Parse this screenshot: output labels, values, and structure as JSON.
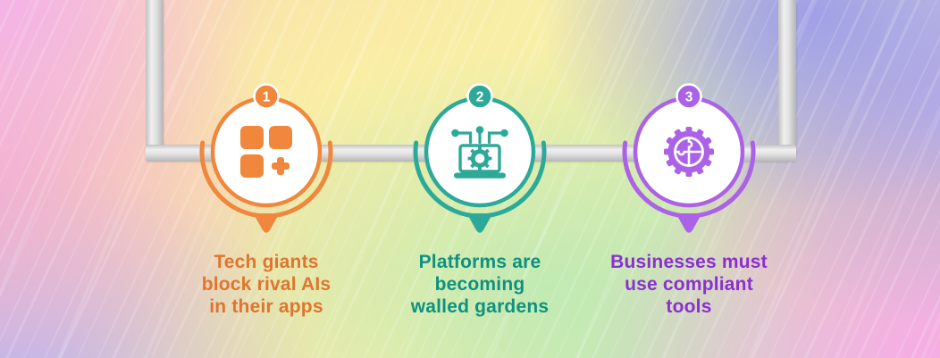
{
  "steps": [
    {
      "number": "1",
      "label_lines": [
        "Tech giants",
        "block rival AIs",
        "in their apps"
      ],
      "accent_color": "#f0873c",
      "text_color": "#df752e",
      "icon": "app-grid-plus-icon"
    },
    {
      "number": "2",
      "label_lines": [
        "Platforms are",
        "becoming",
        "walled gardens"
      ],
      "accent_color": "#2da99a",
      "text_color": "#0f9180",
      "icon": "laptop-gear-circuit-icon"
    },
    {
      "number": "3",
      "label_lines": [
        "Businesses must",
        "use compliant",
        "tools"
      ],
      "accent_color": "#ab62e6",
      "text_color": "#8b2fd0",
      "icon": "gear-puzzle-icon"
    }
  ],
  "pipe": {
    "color": "#d7d7d7"
  },
  "background_palette": [
    "#f4b2e9",
    "#f9c7a4",
    "#f6efa9",
    "#cdeab8",
    "#a19ee9",
    "#f4abe2",
    "#bcb9ee"
  ]
}
